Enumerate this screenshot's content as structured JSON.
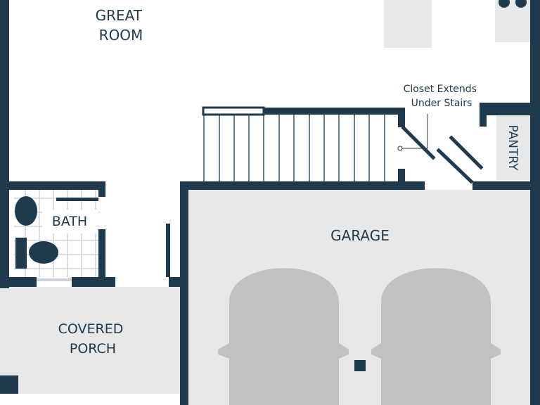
{
  "labels": {
    "great_room": [
      "GREAT",
      "ROOM"
    ],
    "bath": "BATH",
    "pantry": "PANTRY",
    "garage": "GARAGE",
    "covered_porch": [
      "COVERED",
      "PORCH"
    ],
    "closet_note": [
      "Closet Extends",
      "Under Stairs"
    ]
  },
  "colors": {
    "wall": "#1f3a4d",
    "floor_gray": "#e6e8ea",
    "car": "#bfc1c3",
    "fixture": "#1f3a4d",
    "tile_line": "#cfd3d7",
    "background": "#ffffff"
  }
}
